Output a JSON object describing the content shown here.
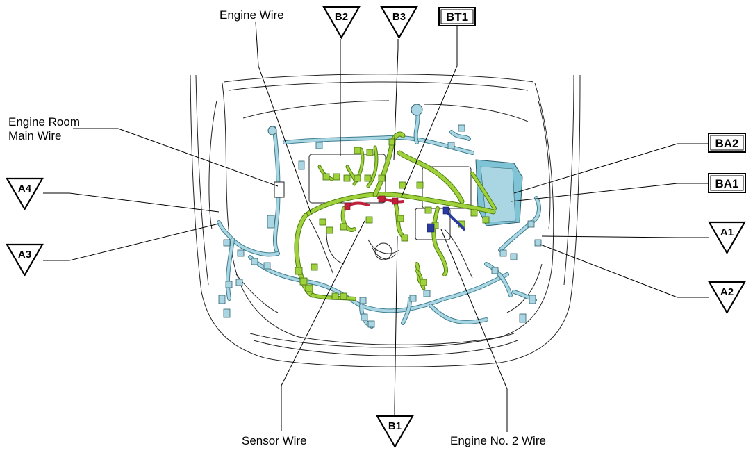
{
  "labels": {
    "engine_wire": "Engine Wire",
    "engine_room_main_wire_l1": "Engine Room",
    "engine_room_main_wire_l2": "Main Wire",
    "sensor_wire": "Sensor Wire",
    "engine_no2_wire": "Engine No. 2 Wire"
  },
  "triangles": {
    "b2": "B2",
    "b3": "B3",
    "a4": "A4",
    "a3": "A3",
    "a1": "A1",
    "a2": "A2",
    "b1": "B1"
  },
  "boxes": {
    "bt1": "BT1",
    "ba2": "BA2",
    "ba1": "BA1"
  },
  "colors": {
    "main_harness": "#a9d6e2",
    "engine_harness": "#9fd23a",
    "red_wire": "#c0203a",
    "blue_wire": "#2a3aa0"
  }
}
